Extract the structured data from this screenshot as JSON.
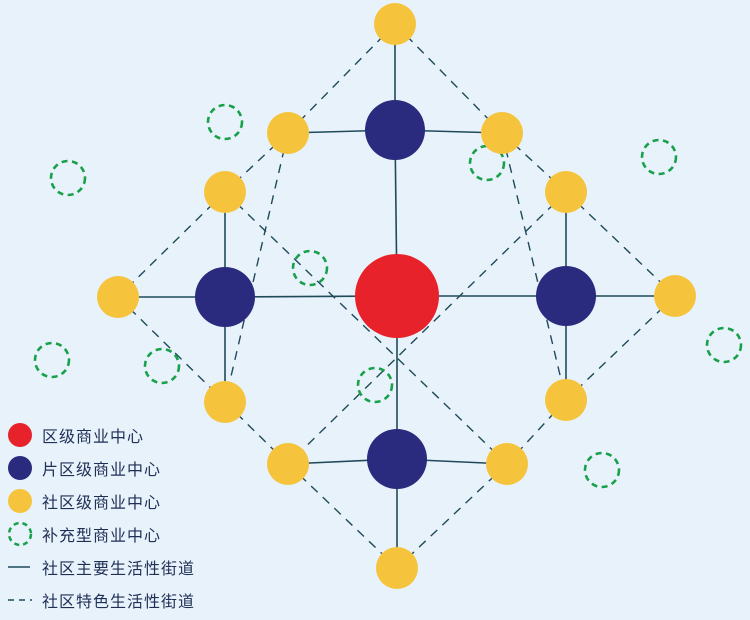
{
  "colors": {
    "background": "#e8f2fb",
    "district_center": "#e8222a",
    "area_center": "#2a2a7e",
    "community_center": "#f5c43c",
    "supplementary_center": "#19a04a",
    "line": "#1f4a5a"
  },
  "legend": [
    {
      "key": "district",
      "icon": "red-circle-icon",
      "label": "区级商业中心"
    },
    {
      "key": "area",
      "icon": "navy-circle-icon",
      "label": "片区级商业中心"
    },
    {
      "key": "community",
      "icon": "yellow-circle-icon",
      "label": "社区级商业中心"
    },
    {
      "key": "supplementary",
      "icon": "dashed-green-circle-icon",
      "label": "补充型商业中心"
    },
    {
      "key": "main_street",
      "icon": "solid-line-icon",
      "label": "社区主要生活性街道"
    },
    {
      "key": "feature_street",
      "icon": "dashed-line-icon",
      "label": "社区特色生活性街道"
    }
  ]
}
